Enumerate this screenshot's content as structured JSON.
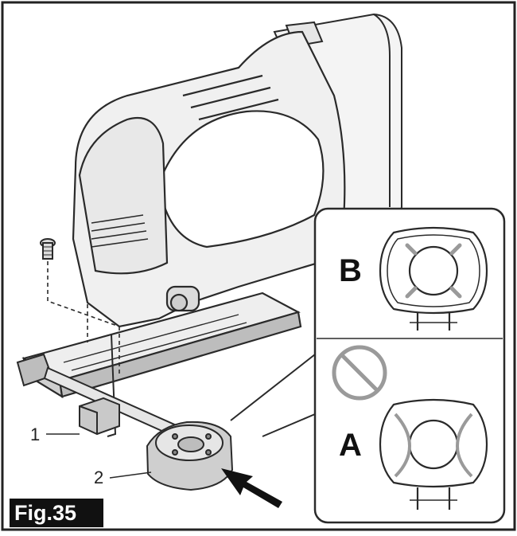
{
  "figure": {
    "label": "Fig.35"
  },
  "callouts": {
    "part_1": "1",
    "part_2": "2"
  },
  "inset": {
    "correct_label": "B",
    "incorrect_label": "A",
    "prohibited_icon": "prohibited-icon"
  },
  "colors": {
    "line": "#2a2a2a",
    "shade": "#d9d9d9",
    "fig_label_bg": "#111111"
  }
}
